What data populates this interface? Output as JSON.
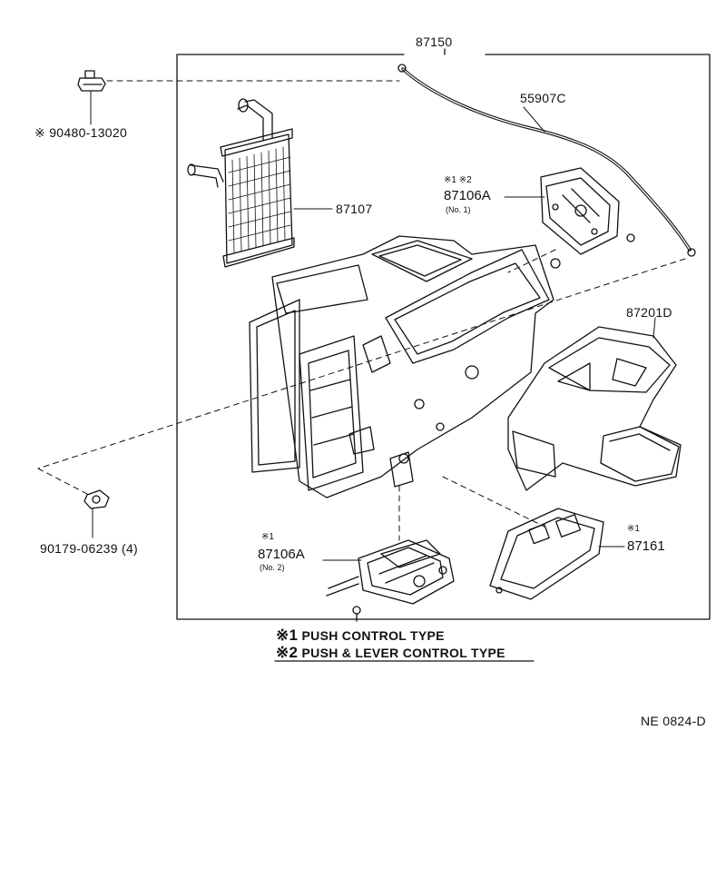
{
  "parts": {
    "p87150": "87150",
    "p55907c": "55907C",
    "p90480": "※ 90480-13020",
    "p87107": "87107",
    "p87106a_no1_marks": "※1  ※2",
    "p87106a_no1": "87106A",
    "p87106a_no1_sub": "(No. 1)",
    "p87201d": "87201D",
    "p90179": "90179-06239 (4)",
    "p87106a_no2_mark": "※1",
    "p87106a_no2": "87106A",
    "p87106a_no2_sub": "(No. 2)",
    "p87161_mark": "※1",
    "p87161": "87161"
  },
  "legend": {
    "item1_symbol": "※1",
    "item1_text": "PUSH CONTROL TYPE",
    "item2_symbol": "※2",
    "item2_text": "PUSH & LEVER CONTROL TYPE"
  },
  "footer": {
    "code": "NE 0824-D"
  }
}
